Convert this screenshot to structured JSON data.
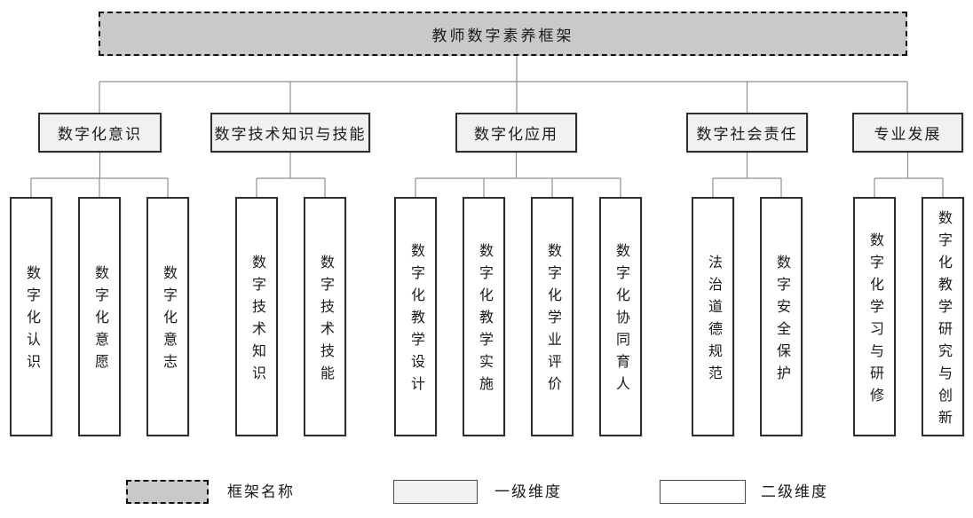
{
  "tree": {
    "root": {
      "label": "教师数字素养框架"
    },
    "level1": [
      {
        "label": "数字化意识",
        "children": [
          {
            "label": "数字化认识"
          },
          {
            "label": "数字化意愿"
          },
          {
            "label": "数字化意志"
          }
        ]
      },
      {
        "label": "数字技术知识与技能",
        "children": [
          {
            "label": "数字技术知识"
          },
          {
            "label": "数字技术技能"
          }
        ]
      },
      {
        "label": "数字化应用",
        "children": [
          {
            "label": "数字化教学设计"
          },
          {
            "label": "数字化教学实施"
          },
          {
            "label": "数字化学业评价"
          },
          {
            "label": "数字化协同育人"
          }
        ]
      },
      {
        "label": "数字社会责任",
        "children": [
          {
            "label": "法治道德规范"
          },
          {
            "label": "数字安全保护"
          }
        ]
      },
      {
        "label": "专业发展",
        "children": [
          {
            "label": "数字化学习与研修"
          },
          {
            "label": "数字化教学研究与创新"
          }
        ]
      }
    ]
  },
  "legend": {
    "items": [
      {
        "label": "框架名称",
        "style": "frame"
      },
      {
        "label": "一级维度",
        "style": "level1"
      },
      {
        "label": "二级维度",
        "style": "level2"
      }
    ]
  },
  "colors": {
    "frame_fill": "#c9c9c9",
    "level1_fill": "#f1f1f1",
    "level2_fill": "#ffffff",
    "node_border": "#2e2e2e",
    "frame_border": "#111111",
    "connector": "#8f8f8f",
    "text": "#1a1a1a"
  }
}
